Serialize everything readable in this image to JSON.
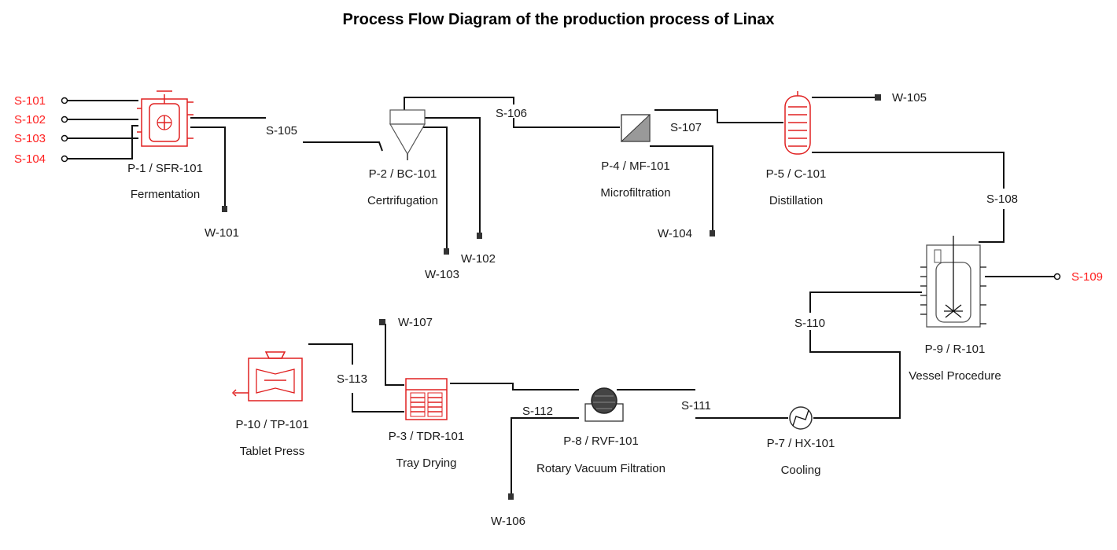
{
  "title": "Process Flow Diagram of the production process of Linax",
  "colors": {
    "feed": "#ff2020",
    "equipment": "#e02020",
    "line": "#111111"
  },
  "feeds": [
    "S-101",
    "S-102",
    "S-103",
    "S-104"
  ],
  "product": "S-109",
  "equipment": [
    {
      "id": "P-1 / SFR-101",
      "desc": "Fermentation"
    },
    {
      "id": "P-2 / BC-101",
      "desc": "Certrifugation"
    },
    {
      "id": "P-4 / MF-101",
      "desc": "Microfiltration"
    },
    {
      "id": "P-5 / C-101",
      "desc": "Distillation"
    },
    {
      "id": "P-9 / R-101",
      "desc": "Vessel Procedure"
    },
    {
      "id": "P-7 / HX-101",
      "desc": "Cooling"
    },
    {
      "id": "P-8 / RVF-101",
      "desc": "Rotary Vacuum Filtration"
    },
    {
      "id": "P-3 / TDR-101",
      "desc": "Tray Drying"
    },
    {
      "id": "P-10 / TP-101",
      "desc": "Tablet Press"
    }
  ],
  "streams": [
    "S-105",
    "S-106",
    "S-107",
    "S-108",
    "S-110",
    "S-111",
    "S-112",
    "S-113"
  ],
  "wastes": [
    "W-101",
    "W-102",
    "W-103",
    "W-104",
    "W-105",
    "W-106",
    "W-107"
  ]
}
